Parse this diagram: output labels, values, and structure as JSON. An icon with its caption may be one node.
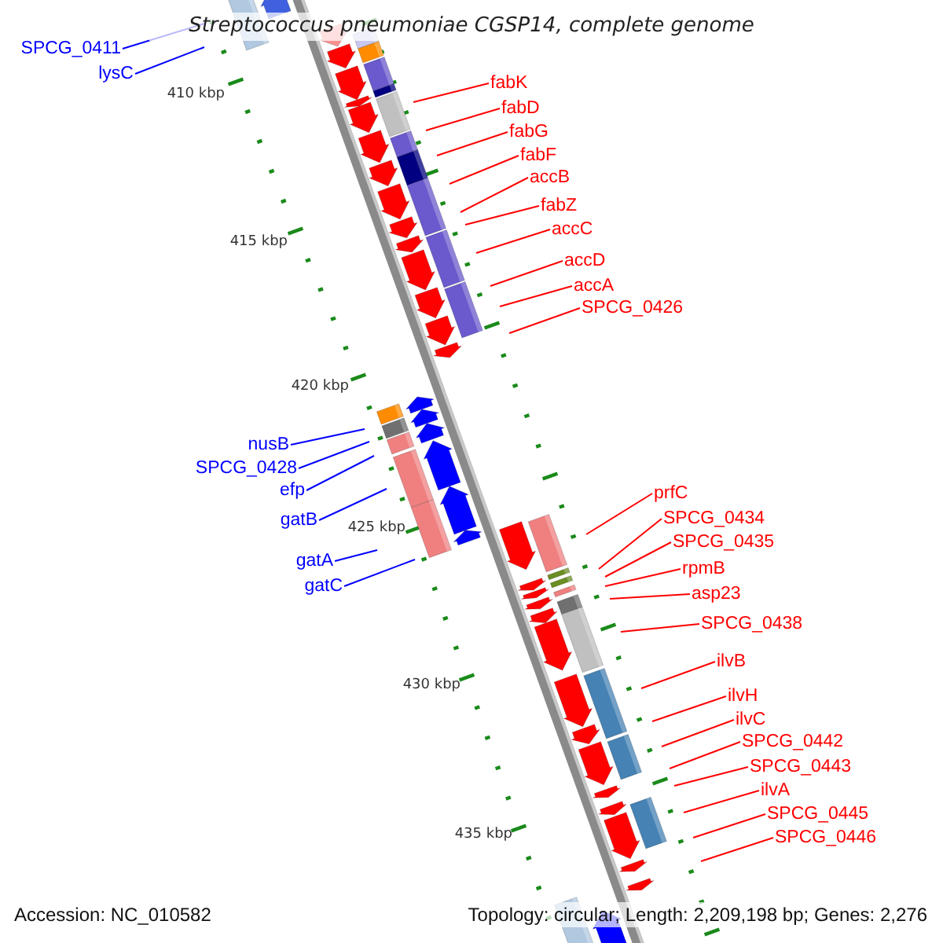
{
  "diagram": {
    "title": "Streptococcus pneumoniae CGSP14, complete genome",
    "nodes": [
      {
        "text": [
          "SPCG_0411"
        ]
      },
      {
        "text": [
          "lysC"
        ]
      },
      {
        "text": [
          "fabK"
        ]
      },
      {
        "text": [
          "fabD"
        ]
      },
      {
        "text": [
          "fabG"
        ]
      },
      {
        "text": [
          "fabF"
        ]
      },
      {
        "text": [
          "accB"
        ]
      },
      {
        "text": [
          "fabZ"
        ]
      },
      {
        "text": [
          "accC"
        ]
      },
      {
        "text": [
          "accD"
        ]
      },
      {
        "text": [
          "accA"
        ]
      },
      {
        "text": [
          "SPCG_0426"
        ]
      },
      {
        "text": [
          "nusB"
        ]
      },
      {
        "text": [
          "SPCG_0428"
        ]
      },
      {
        "text": [
          "efp"
        ]
      },
      {
        "text": [
          "gatB"
        ]
      },
      {
        "text": [
          "gatA"
        ]
      },
      {
        "text": [
          "gatC"
        ]
      },
      {
        "text": [
          "prfC"
        ]
      },
      {
        "text": [
          "SPCG_0434"
        ]
      },
      {
        "text": [
          "SPCG_0435"
        ]
      },
      {
        "text": [
          "rpmB"
        ]
      },
      {
        "text": [
          "asp23"
        ]
      },
      {
        "text": [
          "SPCG_0438"
        ]
      },
      {
        "text": [
          "ilvB"
        ]
      },
      {
        "text": [
          "ilvH"
        ]
      },
      {
        "text": [
          "ilvC"
        ]
      },
      {
        "text": [
          "SPCG_0442"
        ]
      },
      {
        "text": [
          "SPCG_0443"
        ]
      },
      {
        "text": [
          "ilvA"
        ]
      },
      {
        "text": [
          "SPCG_0445"
        ]
      },
      {
        "text": [
          "SPCG_0446"
        ]
      }
    ],
    "edges": [
      {
        "from": 0,
        "to": null,
        "arrow": "none",
        "color": "#0000ff"
      },
      {
        "from": 1,
        "to": null,
        "arrow": "none",
        "color": "#0000ff"
      },
      {
        "from": 2,
        "to": null,
        "arrow": "none"
      },
      {
        "from": 3,
        "to": null,
        "arrow": "none"
      },
      {
        "from": 4,
        "to": null,
        "arrow": "none"
      },
      {
        "from": 5,
        "to": null,
        "arrow": "none"
      },
      {
        "from": 6,
        "to": null,
        "arrow": "none"
      },
      {
        "from": 7,
        "to": null,
        "arrow": "none"
      },
      {
        "from": 8,
        "to": null,
        "arrow": "none"
      },
      {
        "from": 9,
        "to": null,
        "arrow": "none"
      },
      {
        "from": 10,
        "to": null,
        "arrow": "none"
      },
      {
        "from": 11,
        "to": null,
        "arrow": "none"
      },
      {
        "from": 12,
        "to": null,
        "arrow": "none",
        "color": "#0000ff"
      },
      {
        "from": 13,
        "to": null,
        "arrow": "none",
        "color": "#0000ff"
      },
      {
        "from": 14,
        "to": null,
        "arrow": "none",
        "color": "#0000ff"
      },
      {
        "from": 15,
        "to": null,
        "arrow": "none",
        "color": "#0000ff"
      },
      {
        "from": 16,
        "to": null,
        "arrow": "none",
        "color": "#0000ff"
      },
      {
        "from": 17,
        "to": null,
        "arrow": "none",
        "color": "#0000ff"
      },
      {
        "from": 18,
        "to": null,
        "arrow": "none"
      },
      {
        "from": 19,
        "to": null,
        "arrow": "none"
      },
      {
        "from": 20,
        "to": null,
        "arrow": "none"
      },
      {
        "from": 21,
        "to": null,
        "arrow": "none"
      },
      {
        "from": 22,
        "to": null,
        "arrow": "none"
      },
      {
        "from": 23,
        "to": null,
        "arrow": "none"
      },
      {
        "from": 24,
        "to": null,
        "arrow": "none"
      },
      {
        "from": 25,
        "to": null,
        "arrow": "none"
      },
      {
        "from": 26,
        "to": null,
        "arrow": "none"
      },
      {
        "from": 27,
        "to": null,
        "arrow": "none"
      },
      {
        "from": 28,
        "to": null,
        "arrow": "none"
      },
      {
        "from": 29,
        "to": null,
        "arrow": "none"
      },
      {
        "from": 30,
        "to": null,
        "arrow": "none"
      },
      {
        "from": 31,
        "to": null,
        "arrow": "none"
      }
    ],
    "labels": [
      "410 kbp",
      "415 kbp",
      "420 kbp",
      "425 kbp",
      "430 kbp",
      "435 kbp",
      "Accession: NC_010582",
      "Topology: circular; Length: 2,209,198 bp; Genes: 2,276"
    ]
  }
}
